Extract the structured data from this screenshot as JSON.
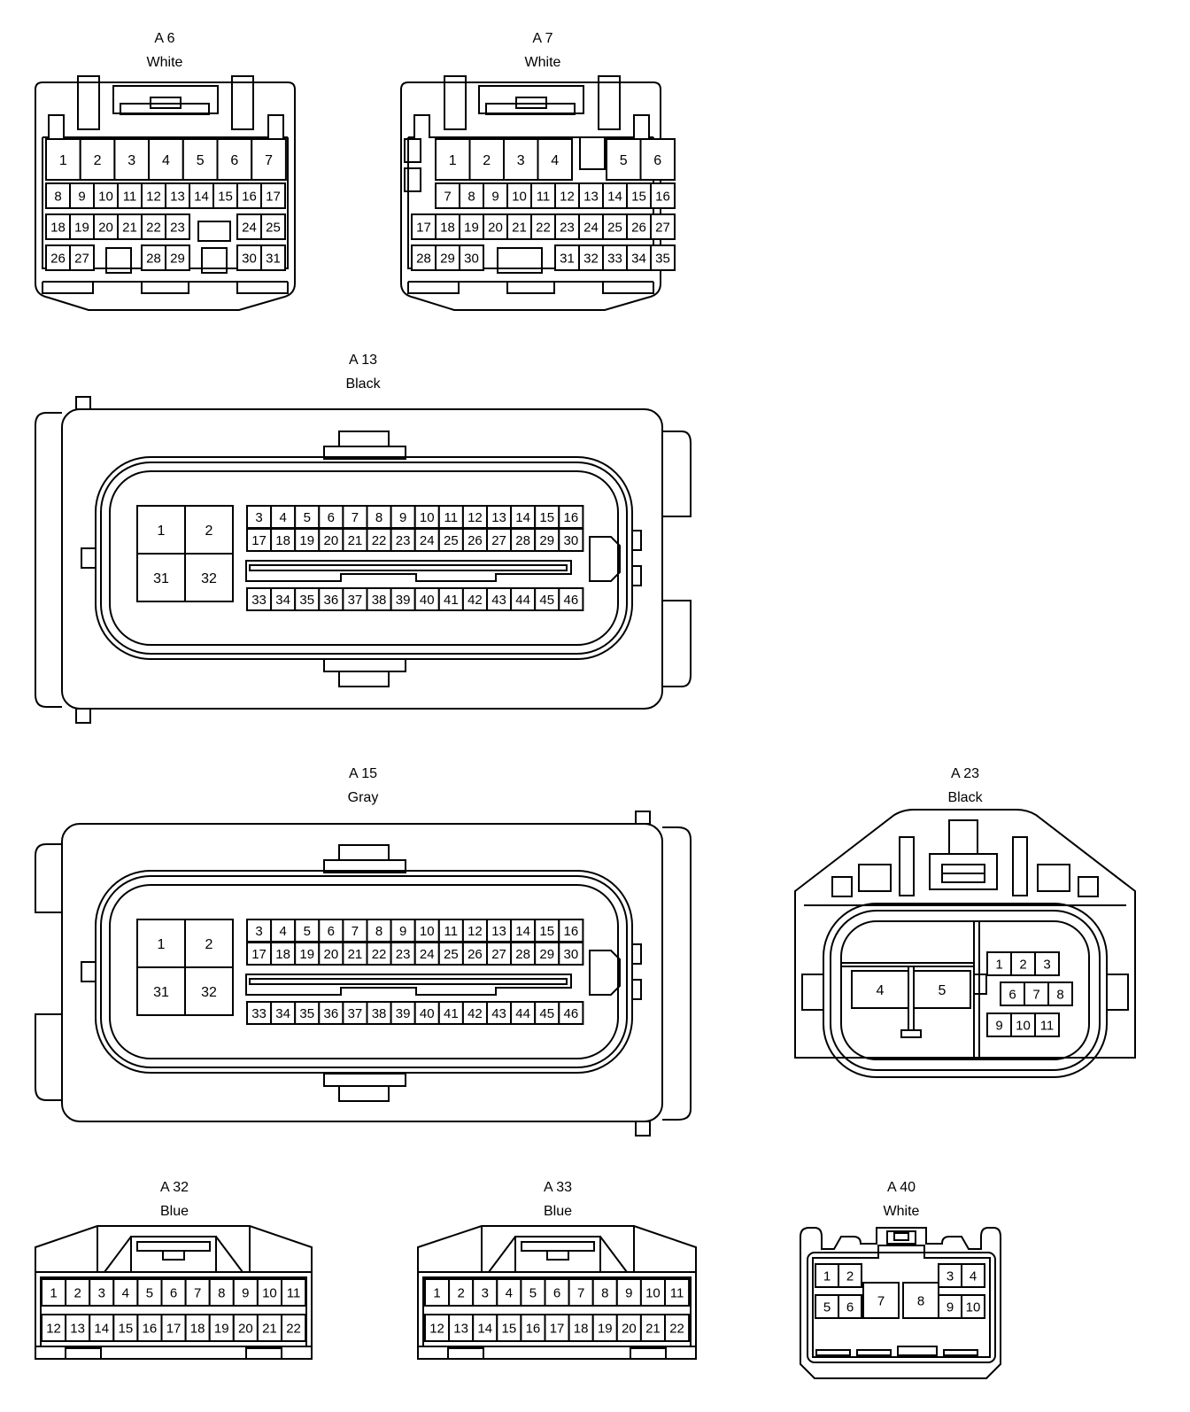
{
  "colors": {
    "line": "#000000",
    "background": "#ffffff"
  },
  "connectors": [
    {
      "id": "a6",
      "name": "A 6",
      "color": "White"
    },
    {
      "id": "a7",
      "name": "A 7",
      "color": "White"
    },
    {
      "id": "a13",
      "name": "A 13",
      "color": "Black"
    },
    {
      "id": "a15",
      "name": "A 15",
      "color": "Gray"
    },
    {
      "id": "a23",
      "name": "A 23",
      "color": "Black"
    },
    {
      "id": "a32",
      "name": "A 32",
      "color": "Blue"
    },
    {
      "id": "a33",
      "name": "A 33",
      "color": "Blue"
    },
    {
      "id": "a40",
      "name": "A 40",
      "color": "White"
    }
  ],
  "pins": {
    "a6": [
      [
        "1",
        "2",
        "3",
        "4",
        "5",
        "6",
        "7"
      ],
      [
        "8",
        "9",
        "10",
        "11",
        "12",
        "13",
        "14",
        "15",
        "16",
        "17"
      ],
      [
        "18",
        "19",
        "20",
        "21",
        "22",
        "23",
        "24",
        "25"
      ],
      [
        "26",
        "27",
        "28",
        "29",
        "30",
        "31"
      ]
    ],
    "a7": [
      [
        "1",
        "2",
        "3",
        "4",
        "5",
        "6"
      ],
      [
        "7",
        "8",
        "9",
        "10",
        "11",
        "12",
        "13",
        "14",
        "15",
        "16"
      ],
      [
        "17",
        "18",
        "19",
        "20",
        "21",
        "22",
        "23",
        "24",
        "25",
        "26",
        "27"
      ],
      [
        "28",
        "29",
        "30",
        "31",
        "32",
        "33",
        "34",
        "35"
      ]
    ],
    "a13": {
      "block": [
        "1",
        "2",
        "31",
        "32"
      ],
      "row1": [
        "3",
        "4",
        "5",
        "6",
        "7",
        "8",
        "9",
        "10",
        "11",
        "12",
        "13",
        "14",
        "15",
        "16"
      ],
      "row2": [
        "17",
        "18",
        "19",
        "20",
        "21",
        "22",
        "23",
        "24",
        "25",
        "26",
        "27",
        "28",
        "29",
        "30"
      ],
      "row3": [
        "33",
        "34",
        "35",
        "36",
        "37",
        "38",
        "39",
        "40",
        "41",
        "42",
        "43",
        "44",
        "45",
        "46"
      ]
    },
    "a15": {
      "block": [
        "1",
        "2",
        "31",
        "32"
      ],
      "row1": [
        "3",
        "4",
        "5",
        "6",
        "7",
        "8",
        "9",
        "10",
        "11",
        "12",
        "13",
        "14",
        "15",
        "16"
      ],
      "row2": [
        "17",
        "18",
        "19",
        "20",
        "21",
        "22",
        "23",
        "24",
        "25",
        "26",
        "27",
        "28",
        "29",
        "30"
      ],
      "row3": [
        "33",
        "34",
        "35",
        "36",
        "37",
        "38",
        "39",
        "40",
        "41",
        "42",
        "43",
        "44",
        "45",
        "46"
      ]
    },
    "a23": [
      "1",
      "2",
      "3",
      "4",
      "5",
      "6",
      "7",
      "8",
      "9",
      "10",
      "11"
    ],
    "a32": [
      [
        "1",
        "2",
        "3",
        "4",
        "5",
        "6",
        "7",
        "8",
        "9",
        "10",
        "11"
      ],
      [
        "12",
        "13",
        "14",
        "15",
        "16",
        "17",
        "18",
        "19",
        "20",
        "21",
        "22"
      ]
    ],
    "a33": [
      [
        "1",
        "2",
        "3",
        "4",
        "5",
        "6",
        "7",
        "8",
        "9",
        "10",
        "11"
      ],
      [
        "12",
        "13",
        "14",
        "15",
        "16",
        "17",
        "18",
        "19",
        "20",
        "21",
        "22"
      ]
    ],
    "a40": [
      "1",
      "2",
      "3",
      "4",
      "5",
      "6",
      "7",
      "8",
      "9",
      "10"
    ]
  }
}
